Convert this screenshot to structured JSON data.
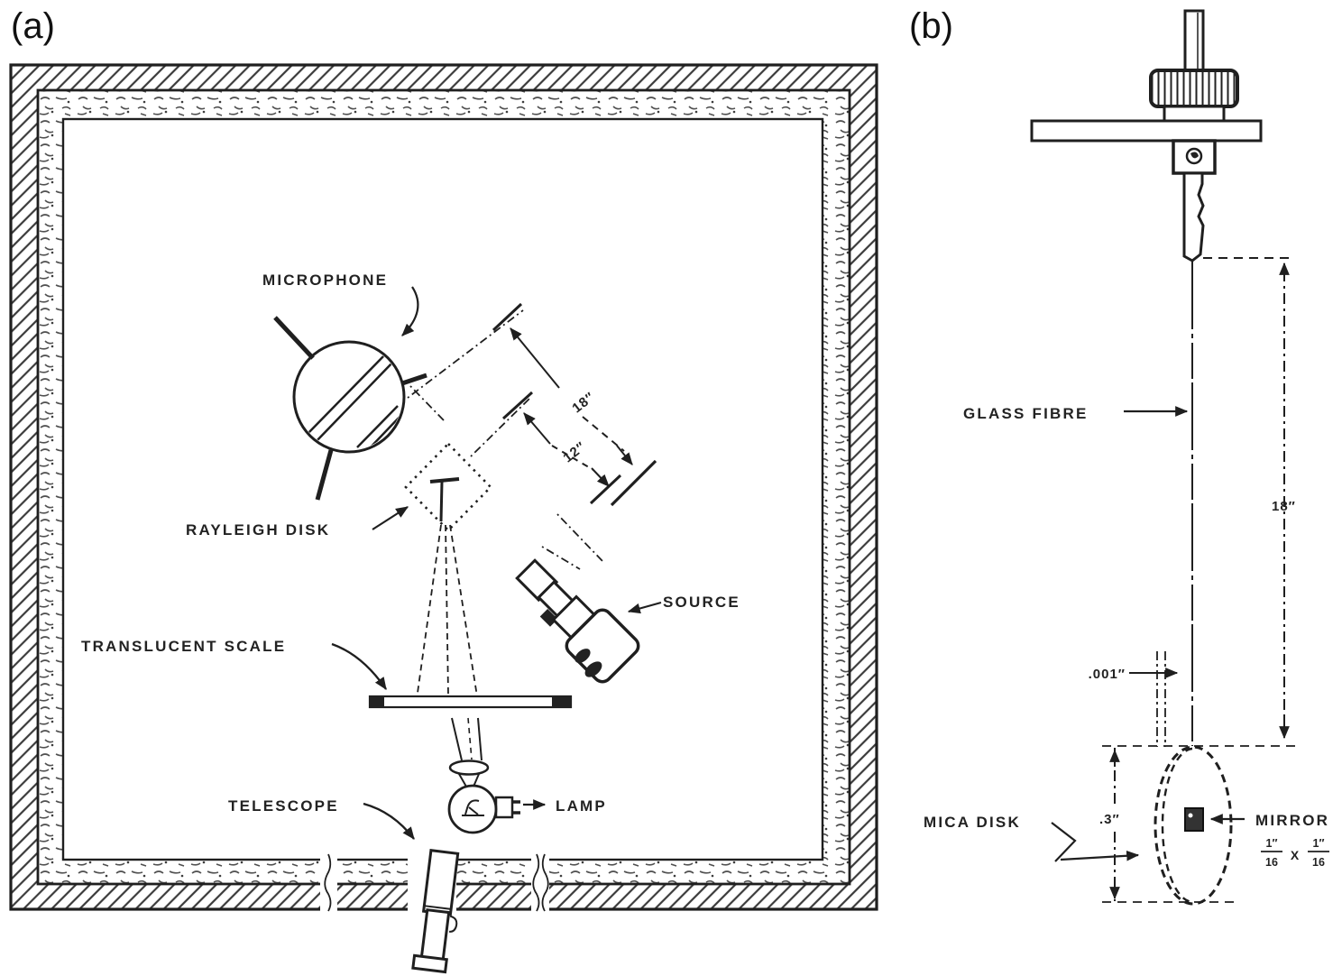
{
  "colors": {
    "ink": "#1f1f1f",
    "paper": "#ffffff"
  },
  "panel_a": {
    "label": "(a)",
    "labels": {
      "microphone": "MICROPHONE",
      "rayleigh_disk": "RAYLEIGH DISK",
      "translucent_scale": "TRANSLUCENT SCALE",
      "telescope": "TELESCOPE",
      "lamp": "LAMP",
      "source": "SOURCE"
    },
    "dimensions": {
      "mic_to_source": "18″",
      "disk_to_source": "12″"
    }
  },
  "panel_b": {
    "label": "(b)",
    "labels": {
      "glass_fibre": "GLASS FIBRE",
      "mica_disk": "MICA DISK",
      "mirror": "MIRROR"
    },
    "dimensions": {
      "fibre_length": "18″",
      "disk_thickness": ".001″",
      "disk_radius": ".3″",
      "mirror_size_numerator": "1″",
      "mirror_size_denominator": "16",
      "mirror_size_times": "X"
    }
  }
}
